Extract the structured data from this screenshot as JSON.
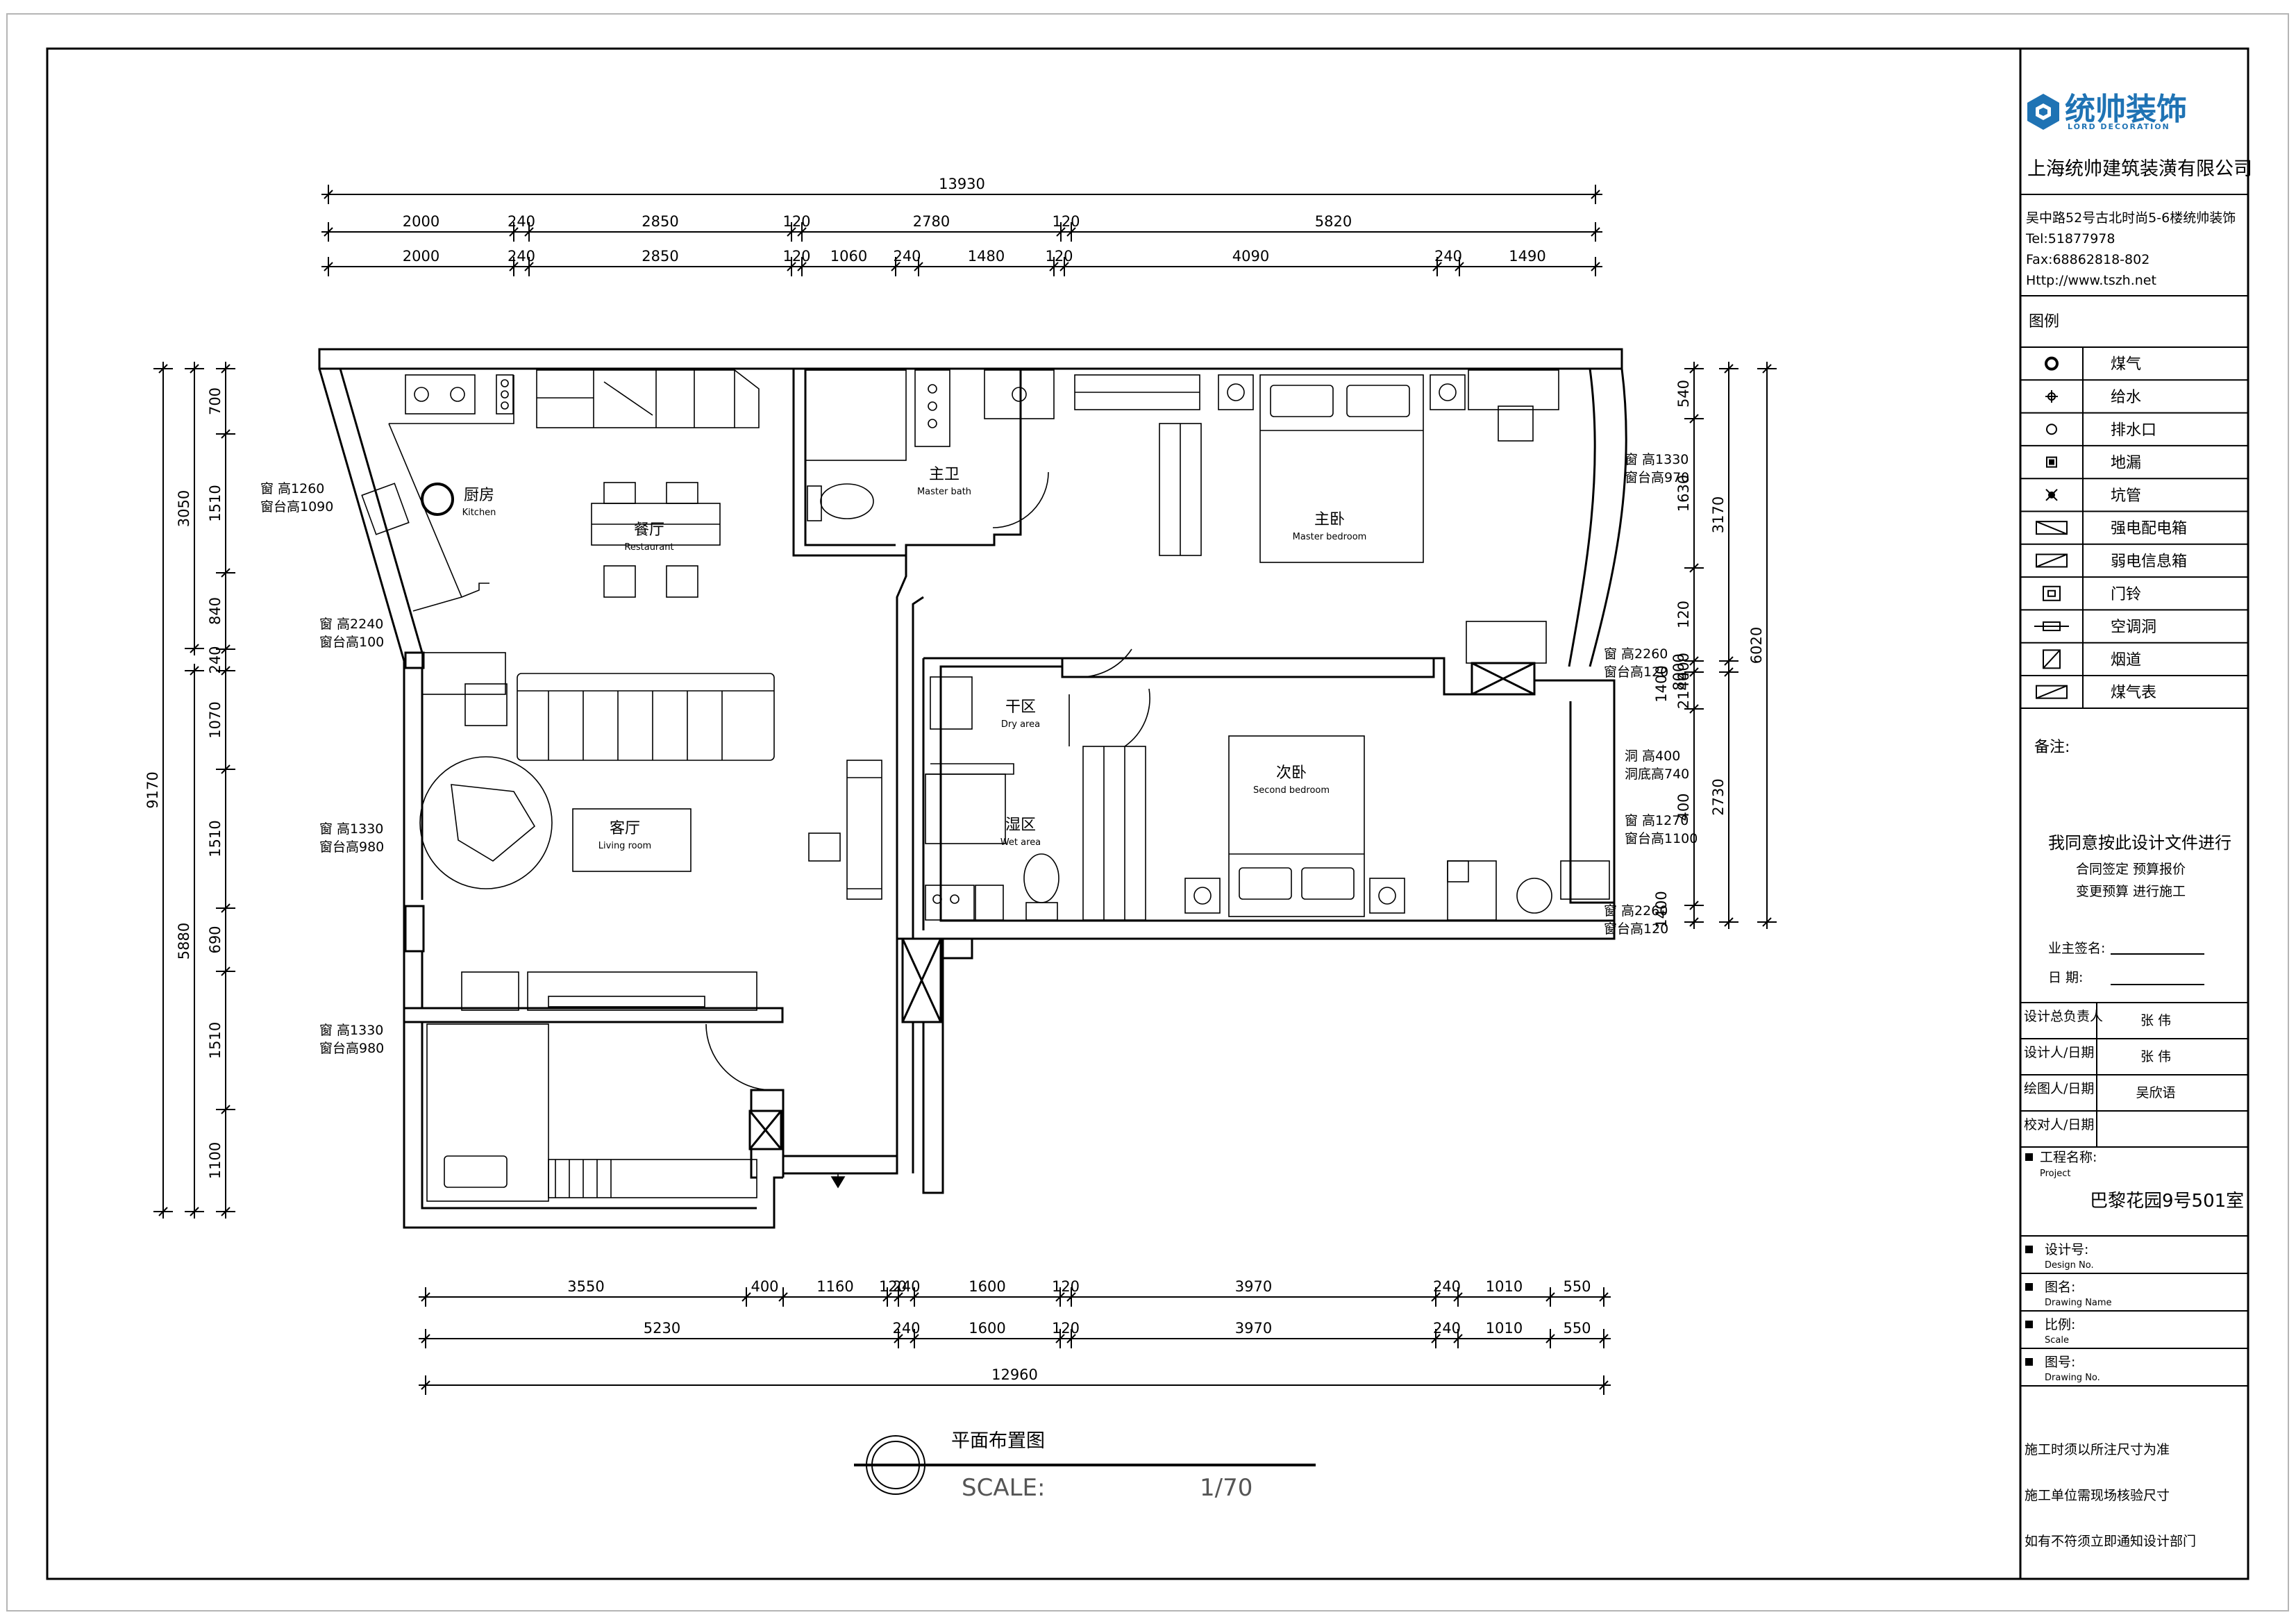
{
  "company": {
    "logo_text": "统帅装饰",
    "logo_sub": "LORD DECORATION",
    "name": "上海统帅建筑装潢有限公司",
    "address": "吴中路52号古北时尚5-6楼统帅装饰",
    "tel": "Tel:51877978",
    "fax": "Fax:68862818-802",
    "http": "Http://www.tszh.net"
  },
  "legend": {
    "title": "图例",
    "items": [
      {
        "icon": "gas-icon",
        "label": "煤气"
      },
      {
        "icon": "water-supply-icon",
        "label": "给水"
      },
      {
        "icon": "drain-outlet-icon",
        "label": "排水口"
      },
      {
        "icon": "floor-drain-icon",
        "label": "地漏"
      },
      {
        "icon": "riser-pipe-icon",
        "label": "坑管"
      },
      {
        "icon": "power-box-icon",
        "label": "强电配电箱"
      },
      {
        "icon": "info-box-icon",
        "label": "弱电信息箱"
      },
      {
        "icon": "doorbell-icon",
        "label": "门铃"
      },
      {
        "icon": "ac-hole-icon",
        "label": "空调洞"
      },
      {
        "icon": "flue-icon",
        "label": "烟道"
      },
      {
        "icon": "gas-meter-icon",
        "label": "煤气表"
      }
    ]
  },
  "notes": {
    "title": "备注:",
    "agree": "我同意按此设计文件进行",
    "line1": "合同签定  预算报价",
    "line2": "变更预算  进行施工",
    "sign_label": "业主签名:",
    "date_label": "日    期:"
  },
  "signoff": [
    {
      "role": "设计总负责人",
      "name": "张 伟"
    },
    {
      "role": "设计人/日期",
      "name": "张 伟"
    },
    {
      "role": "绘图人/日期",
      "name": "吴欣语"
    },
    {
      "role": "校对人/日期",
      "name": ""
    }
  ],
  "project": {
    "label": "工程名称:",
    "sub": "Project",
    "value": "巴黎花园9号501室"
  },
  "info_rows": [
    {
      "label": "设计号:",
      "sub": "Design No."
    },
    {
      "label": "图名:",
      "sub": "Drawing Name"
    },
    {
      "label": "比例:",
      "sub": "Scale"
    },
    {
      "label": "图号:",
      "sub": "Drawing No."
    }
  ],
  "footer_notes": [
    "施工时须以所注尺寸为准",
    "施工单位需现场核验尺寸",
    "如有不符须立即通知设计部门"
  ],
  "drawing": {
    "title": "平面布置图",
    "scale_label": "SCALE:",
    "scale_value": "1/70"
  },
  "dims": {
    "top_total": "13930",
    "top_row1": [
      "2000",
      "240",
      "2850",
      "120",
      "2780",
      "120",
      "5820"
    ],
    "top_row2": [
      "2000",
      "240",
      "2850",
      "120",
      "1060",
      "240",
      "1480",
      "120",
      "4090",
      "240",
      "1490"
    ],
    "bottom_row1": [
      "3550",
      "400",
      "1160",
      "120",
      "240",
      "1600",
      "120",
      "3970",
      "240",
      "1010",
      "550"
    ],
    "bottom_row2": [
      "5230",
      "240",
      "1600",
      "120",
      "3970",
      "240",
      "1010",
      "550"
    ],
    "bottom_total": "12960",
    "left_total": "9170",
    "left_upper": "3050",
    "left_lower": "5880",
    "left_segs": [
      "700",
      "1510",
      "840",
      "240",
      "1070",
      "1510",
      "690",
      "1510",
      "1100"
    ],
    "right_total": "6020",
    "right_a": "3170",
    "right_b": "2730",
    "right_segs": [
      "540",
      "1630",
      "120",
      "400",
      "2140",
      "400"
    ],
    "right_small": [
      "1400",
      "8000"
    ]
  },
  "rooms": [
    {
      "cn": "厨房",
      "en": "Kitchen"
    },
    {
      "cn": "餐厅",
      "en": "Restaurant"
    },
    {
      "cn": "主卫",
      "en": "Master bath"
    },
    {
      "cn": "主卧",
      "en": "Master bedroom"
    },
    {
      "cn": "干区",
      "en": "Dry area"
    },
    {
      "cn": "湿区",
      "en": "Wet area"
    },
    {
      "cn": "客厅",
      "en": "Living room"
    },
    {
      "cn": "次卧",
      "en": "Second bedroom"
    }
  ],
  "windows": [
    {
      "a": "窗   高1260",
      "b": "窗台高1090"
    },
    {
      "a": "窗   高2240",
      "b": "窗台高100"
    },
    {
      "a": "窗   高1330",
      "b": "窗台高980"
    },
    {
      "a": "窗   高1330",
      "b": "窗台高980"
    },
    {
      "a": "窗   高1330",
      "b": "窗台高970"
    },
    {
      "a": "窗   高2260",
      "b": "窗台高120"
    },
    {
      "a": "洞   高400",
      "b": "洞底高740"
    },
    {
      "a": "窗   高1270",
      "b": "窗台高1100"
    },
    {
      "a": "窗   高2260",
      "b": "窗台高120"
    }
  ]
}
